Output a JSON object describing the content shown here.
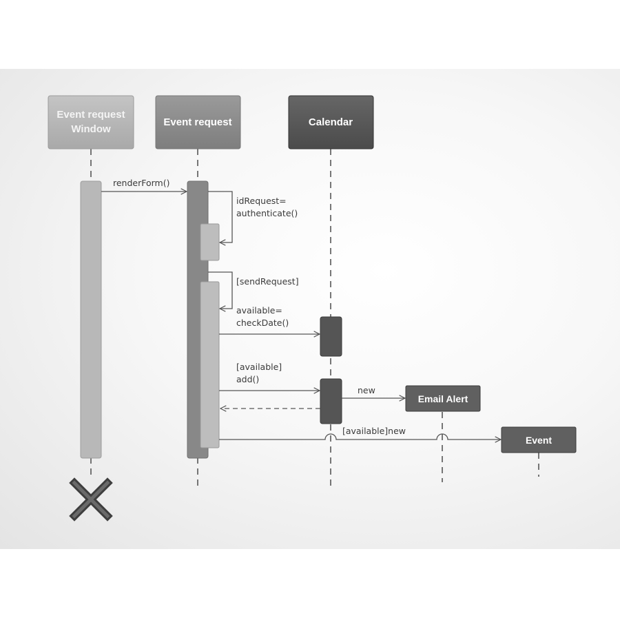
{
  "participants": {
    "window": {
      "label_line1": "Event request",
      "label_line2": "Window"
    },
    "event_request": {
      "label": "Event request"
    },
    "calendar": {
      "label": "Calendar"
    },
    "email_alert": {
      "label": "Email Alert"
    },
    "event": {
      "label": "Event"
    }
  },
  "messages": {
    "render_form": "renderForm()",
    "authenticate_line1": "idRequest=",
    "authenticate_line2": "authenticate()",
    "send_request": "[sendRequest]",
    "check_date_line1": "available=",
    "check_date_line2": "checkDate()",
    "add_line1": "[available]",
    "add_line2": "add()",
    "new_email": "new",
    "new_event": "[available]new"
  },
  "colors": {
    "window_header": "#b3b3b3",
    "event_request_header": "#8a8a8a",
    "calendar_header": "#555555",
    "small_box": "#606060",
    "window_activation": "#b8b8b8",
    "event_request_activation": "#888888",
    "nested_activation": "#bdbdbd",
    "calendar_activation": "#555555",
    "line": "#555555",
    "destroy": "#4e4e4e"
  }
}
